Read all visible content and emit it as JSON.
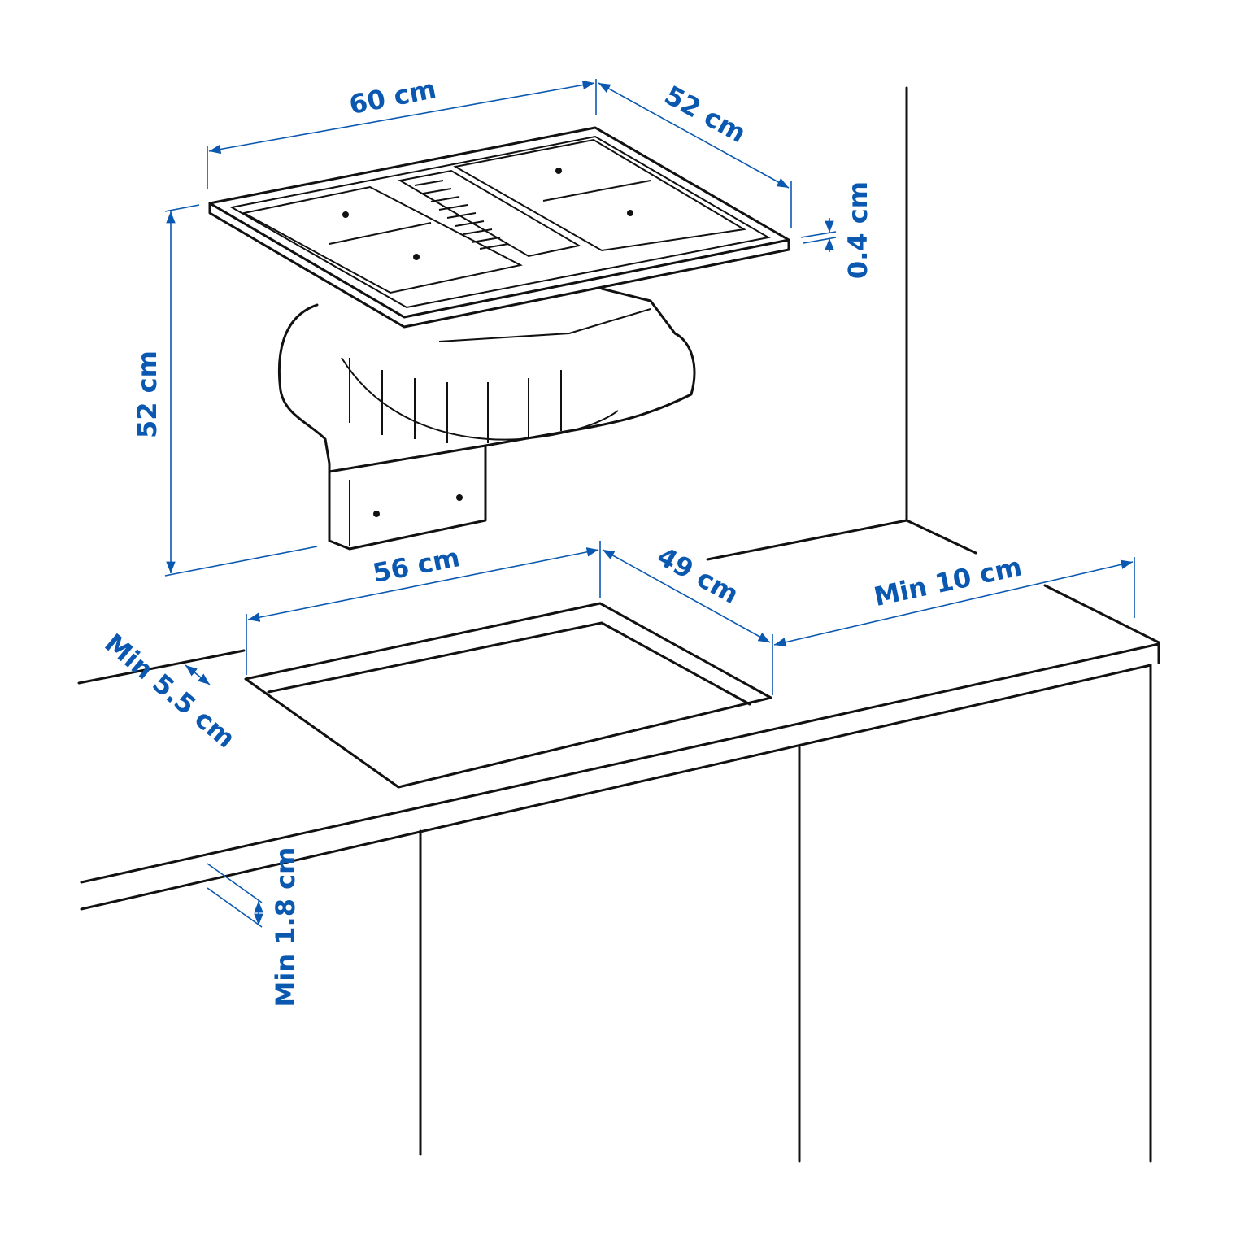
{
  "labels": {
    "width_top": "60 cm",
    "depth_top": "52 cm",
    "glass_thickness": "0.4 cm",
    "height": "52 cm",
    "cutout_width": "56 cm",
    "cutout_depth": "49 cm",
    "min_side": "Min 10 cm",
    "min_front": "Min 5.5 cm",
    "min_worktop": "Min 1.8 cm"
  },
  "colors": {
    "dimension": "#0a58b0",
    "line": "#111111"
  }
}
